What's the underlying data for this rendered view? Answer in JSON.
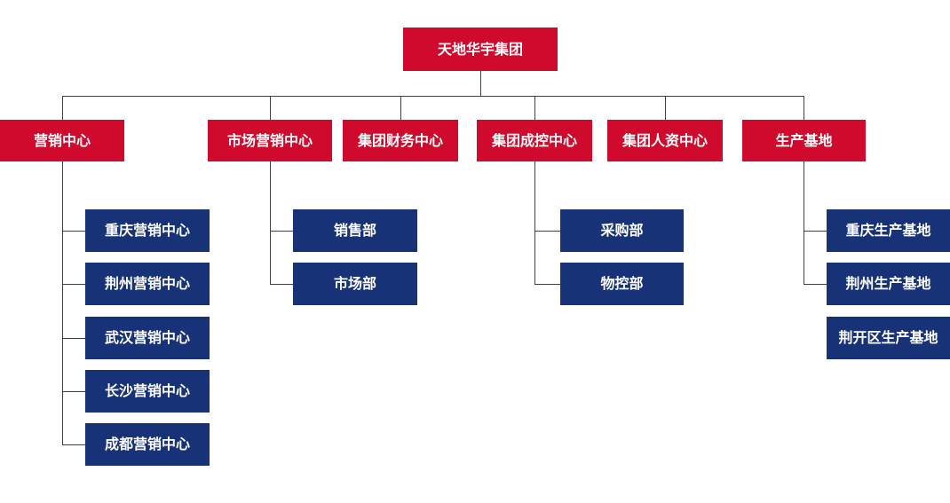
{
  "colors": {
    "level12_fill": "#CF0A2C",
    "level3_fill": "#183278",
    "node_text": "#FFFFFF",
    "connector": "#404040",
    "page_bg": "#FFFFFF"
  },
  "org": {
    "root": {
      "label": "天地华宇集团"
    },
    "centers": [
      {
        "label": "营销中心",
        "children": [
          "重庆营销中心",
          "荆州营销中心",
          "武汉营销中心",
          "长沙营销中心",
          "成都营销中心"
        ]
      },
      {
        "label": "市场营销中心",
        "children": [
          "销售部",
          "市场部"
        ]
      },
      {
        "label": "集团财务中心",
        "children": []
      },
      {
        "label": "集团成控中心",
        "children": [
          "采购部",
          "物控部"
        ]
      },
      {
        "label": "集团人资中心",
        "children": []
      },
      {
        "label": "生产基地",
        "children": [
          "重庆生产基地",
          "荆州生产基地",
          "荆开区生产基地"
        ]
      }
    ]
  }
}
